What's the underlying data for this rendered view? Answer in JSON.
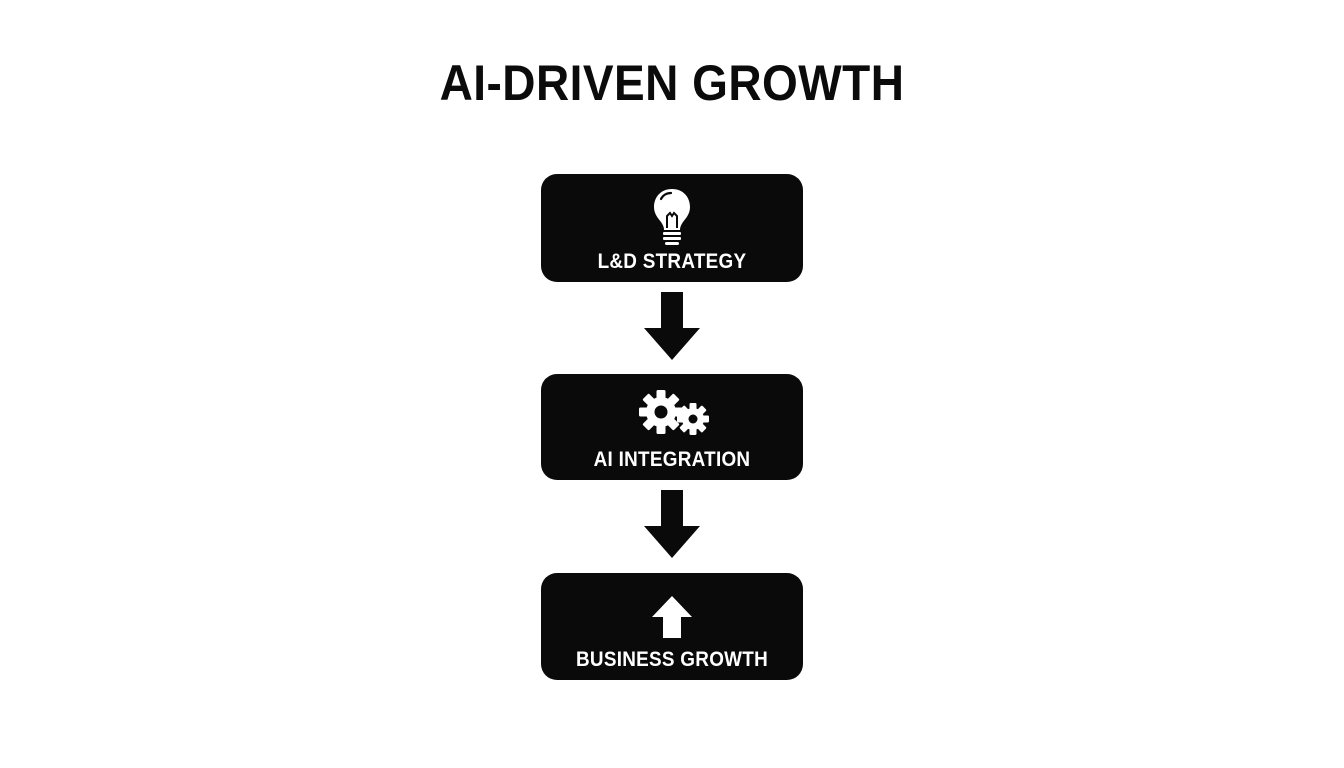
{
  "title": "AI-DRIVEN GROWTH",
  "steps": [
    {
      "label": "L&D STRATEGY",
      "icon": "lightbulb-icon"
    },
    {
      "label": "AI INTEGRATION",
      "icon": "gears-icon"
    },
    {
      "label": "BUSINESS GROWTH",
      "icon": "up-arrow-icon"
    }
  ],
  "colors": {
    "background": "#ffffff",
    "box": "#0a0a0a",
    "box_text": "#ffffff",
    "title_text": "#0b0b0b"
  }
}
